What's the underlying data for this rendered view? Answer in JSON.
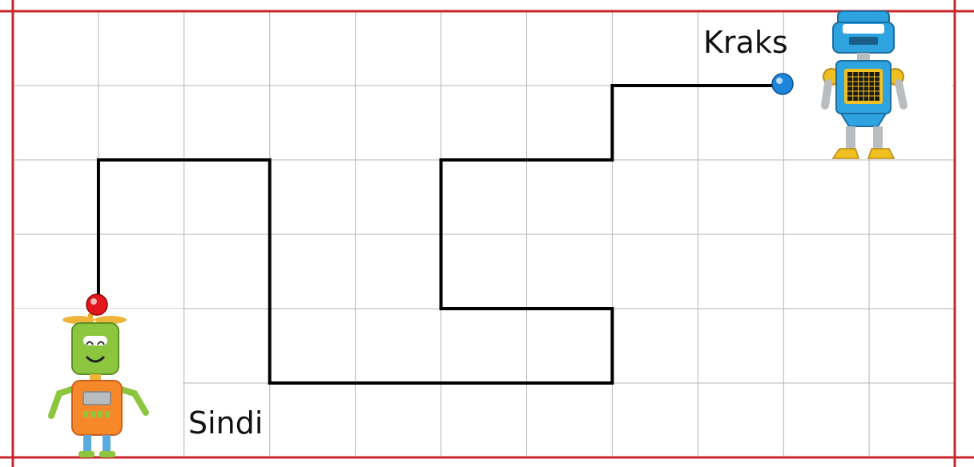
{
  "grid": {
    "cols": 11,
    "rows": 6,
    "line_color": "#b5b5b5"
  },
  "border": {
    "color": "#c8262b"
  },
  "path": {
    "color": "#000000",
    "route": [
      [
        1,
        4
      ],
      [
        1,
        2
      ],
      [
        3,
        2
      ],
      [
        3,
        5
      ],
      [
        7,
        5
      ],
      [
        7,
        4
      ],
      [
        5,
        4
      ],
      [
        5,
        2
      ],
      [
        7,
        2
      ],
      [
        7,
        1
      ],
      [
        9,
        1
      ]
    ]
  },
  "robots": [
    {
      "name": "Sindi",
      "body_color": "#f7882a",
      "head_color": "#8cc63f",
      "marker_color": "#e3171b"
    },
    {
      "name": "Kraks",
      "body_color": "#2ea3e0",
      "head_color": "#2ea3e0",
      "marker_color": "#1e86d8"
    }
  ]
}
